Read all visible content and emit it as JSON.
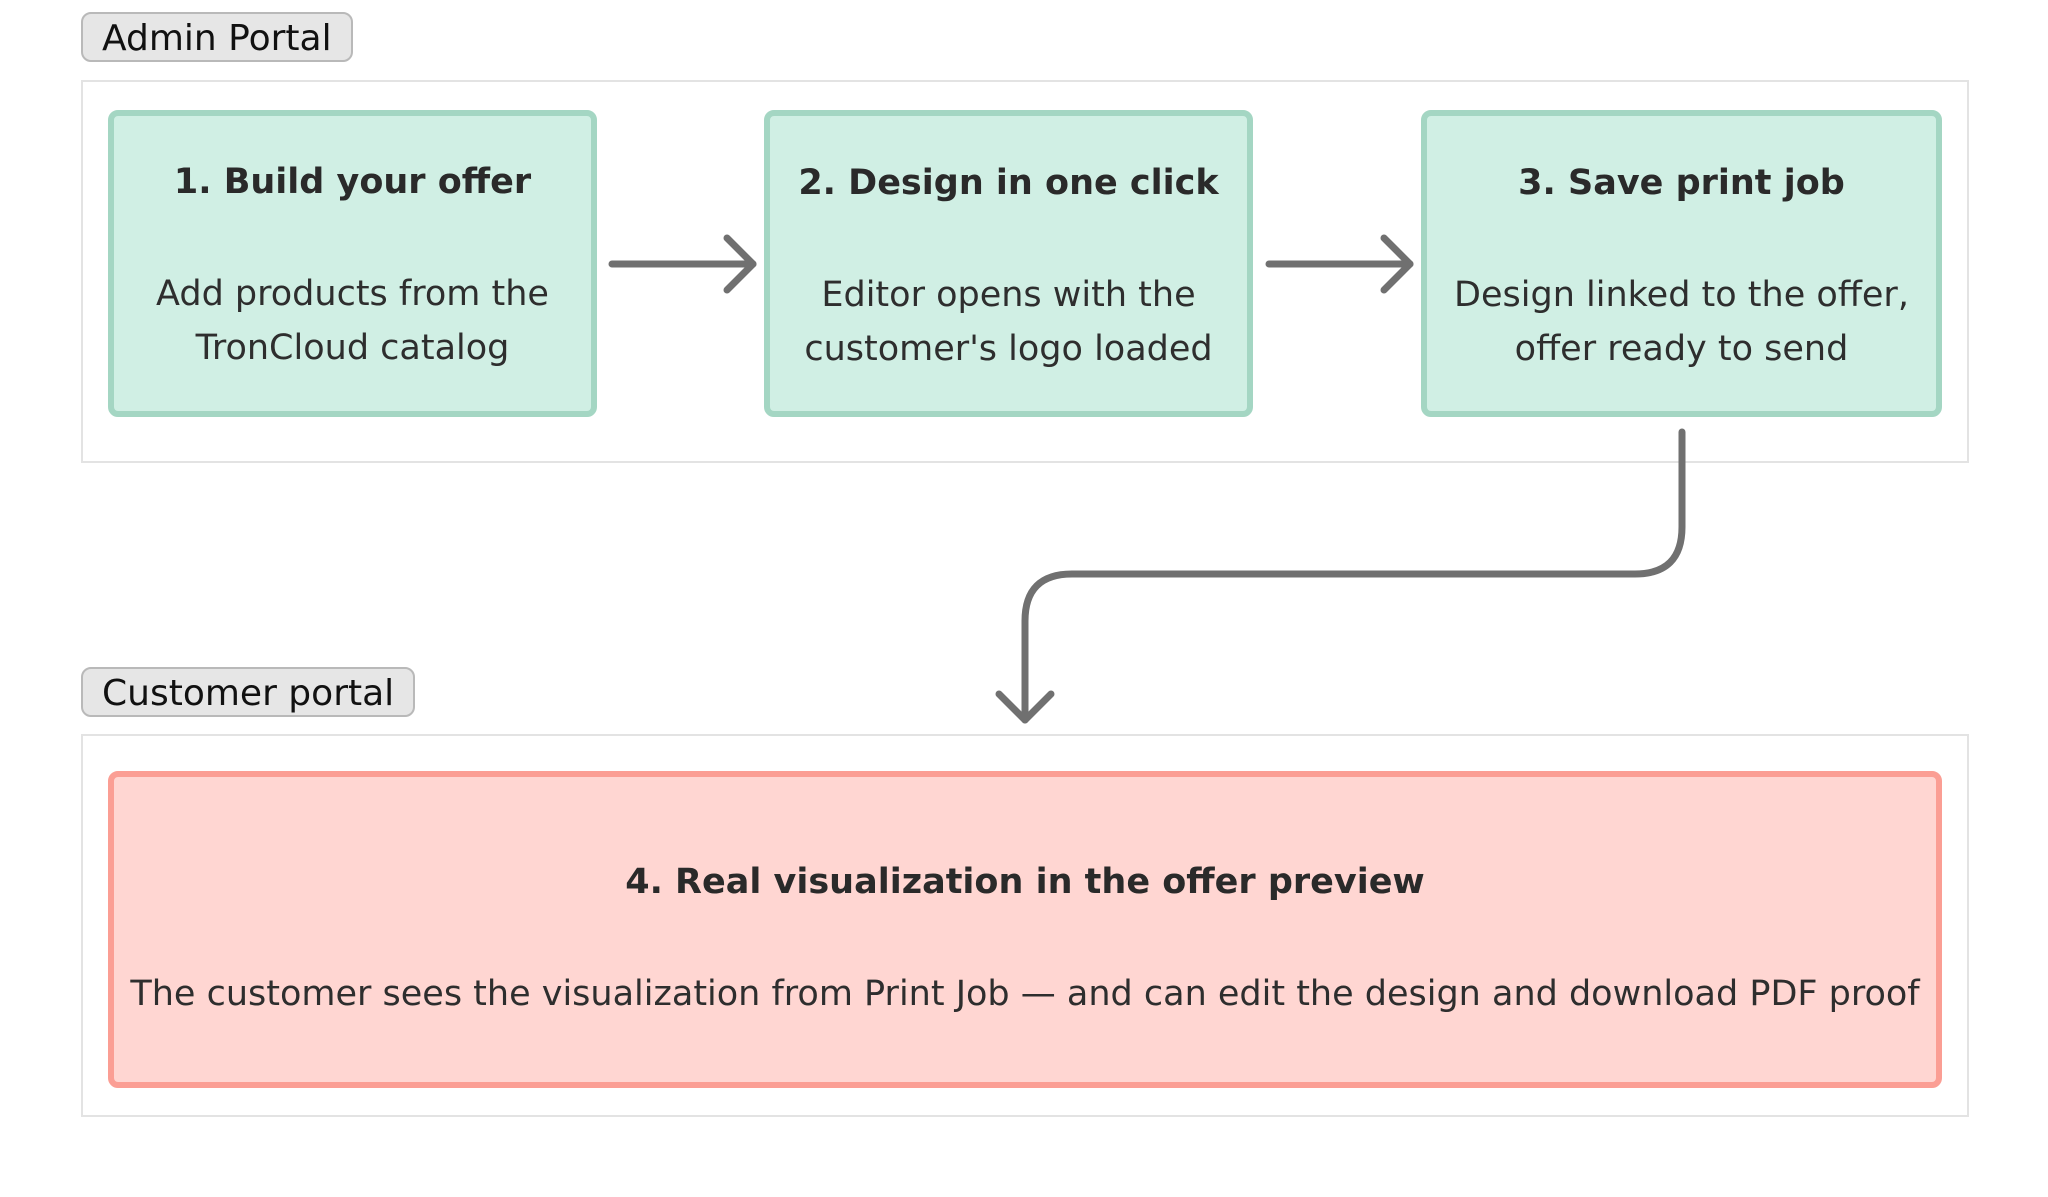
{
  "groups": {
    "admin": {
      "label": "Admin Portal"
    },
    "customer": {
      "label": "Customer portal"
    }
  },
  "steps": [
    {
      "title": "1. Build your offer",
      "desc_lines": [
        "Add products from the",
        "TronCloud catalog"
      ]
    },
    {
      "title": "2. Design in one click",
      "desc_lines": [
        "Editor opens with the",
        "customer's logo loaded"
      ]
    },
    {
      "title": "3. Save print job",
      "desc_lines": [
        "Design linked to the offer,",
        "offer ready to send"
      ]
    },
    {
      "title": "4. Real visualization in the offer preview",
      "desc_lines": [
        "The customer sees the visualization from Print Job — and can edit the design and download PDF proof"
      ]
    }
  ],
  "colors": {
    "admin_step_fill": "#d0efe4",
    "admin_step_border": "#a4d6c3",
    "customer_step_fill": "#ffd6d2",
    "customer_step_border": "#fb9e94",
    "connector": "#707070"
  }
}
